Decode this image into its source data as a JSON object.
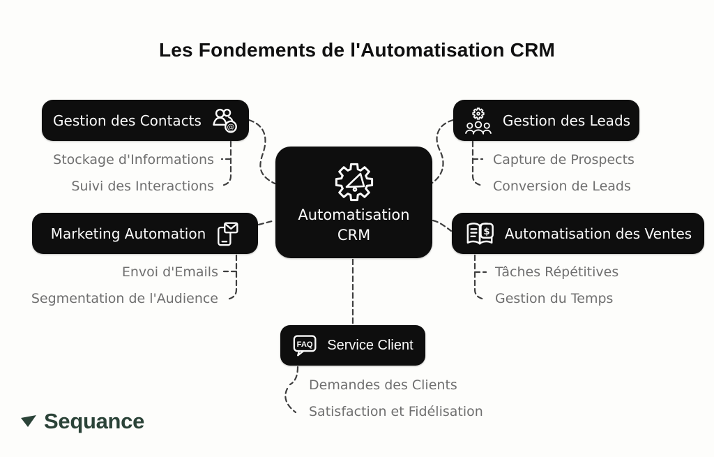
{
  "title": "Les Fondements de l'Automatisation CRM",
  "center": {
    "label_line1": "Automatisation",
    "label_line2": "CRM",
    "icon": "gear-megaphone-icon"
  },
  "branches": [
    {
      "id": "contacts",
      "label": "Gestion des Contacts",
      "icon": "contacts-at-icon",
      "icon_side": "right",
      "items": [
        "Stockage d'Informations",
        "Suivi des Interactions"
      ]
    },
    {
      "id": "leads",
      "label": "Gestion des Leads",
      "icon": "gear-people-icon",
      "icon_side": "left",
      "items": [
        "Capture de Prospects",
        "Conversion de Leads"
      ]
    },
    {
      "id": "marketing",
      "label": "Marketing Automation",
      "icon": "phone-mail-icon",
      "icon_side": "right",
      "items": [
        "Envoi d'Emails",
        "Segmentation de l'Audience"
      ]
    },
    {
      "id": "ventes",
      "label": "Automatisation des Ventes",
      "icon": "book-dollar-icon",
      "icon_side": "left",
      "items": [
        "Tâches Répétitives",
        "Gestion du Temps"
      ]
    },
    {
      "id": "service",
      "label": "Service Client",
      "icon": "faq-bubble-icon",
      "icon_side": "left",
      "items": [
        "Demandes des Clients",
        "Satisfaction et Fidélisation"
      ]
    }
  ],
  "logo": {
    "text": "Sequance"
  },
  "colors": {
    "background": "#fdfdfb",
    "node_bg": "#0e0e0e",
    "node_text": "#fafafa",
    "sub_text": "#6f6f6f",
    "connector": "#3e3e3e",
    "logo_green": "#2b4338"
  }
}
